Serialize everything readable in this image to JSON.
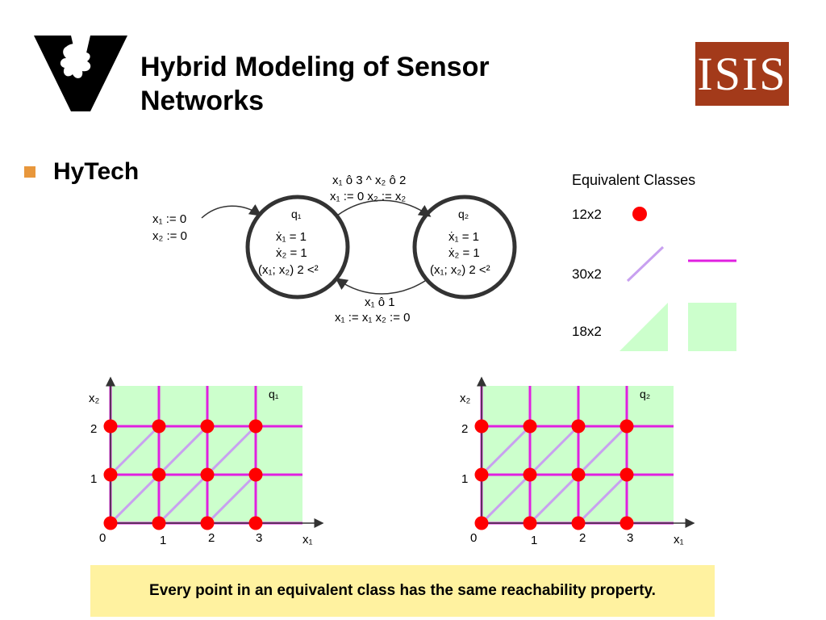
{
  "title_line1": "Hybrid Modeling of Sensor",
  "title_line2": "Networks",
  "bullet": "HyTech",
  "logo_right_text": "ISIS",
  "automaton": {
    "init_line1": "x₁ := 0",
    "init_line2": "x₂ := 0",
    "top_guard": "x₁ ô 3 ^ x₂ ô 2",
    "top_reset": "x₁ := 0 x₂ := x₂",
    "bottom_guard": "x₁ ô 1",
    "bottom_reset": "x₁ := x₁ x₂ := 0",
    "q1": {
      "name": "q₁",
      "flow1": "ẋ₁ = 1",
      "flow2": "ẋ₂ = 1",
      "inv": "(x₁; x₂) 2 <²"
    },
    "q2": {
      "name": "q₂",
      "flow1": "ẋ₁ = 1",
      "flow2": "ẋ₂ = 1",
      "inv": "(x₁; x₂) 2 <²"
    }
  },
  "legend": {
    "heading": "Equivalent Classes",
    "rows": [
      {
        "label": "12x2"
      },
      {
        "label": "30x2"
      },
      {
        "label": "18x2"
      }
    ]
  },
  "plots": [
    {
      "state": "q₁",
      "ylabel": "x₂",
      "xlabel": "x₁",
      "xticks": [
        "0",
        "1",
        "2",
        "3"
      ],
      "yticks": [
        "1",
        "2"
      ]
    },
    {
      "state": "q₂",
      "ylabel": "x₂",
      "xlabel": "x₁",
      "xticks": [
        "0",
        "1",
        "2",
        "3"
      ],
      "yticks": [
        "1",
        "2"
      ]
    }
  ],
  "caption": "Every point in an equivalent class has the same reachability property.",
  "colors": {
    "region_fill": "#ccffcc",
    "grid_line": "#e020e0",
    "diagonal": "#c8a0f0",
    "point": "#ff0000",
    "bullet": "#e8973c",
    "caption_bg": "#fff2a0",
    "logo_right_bg": "#a33a1a"
  }
}
